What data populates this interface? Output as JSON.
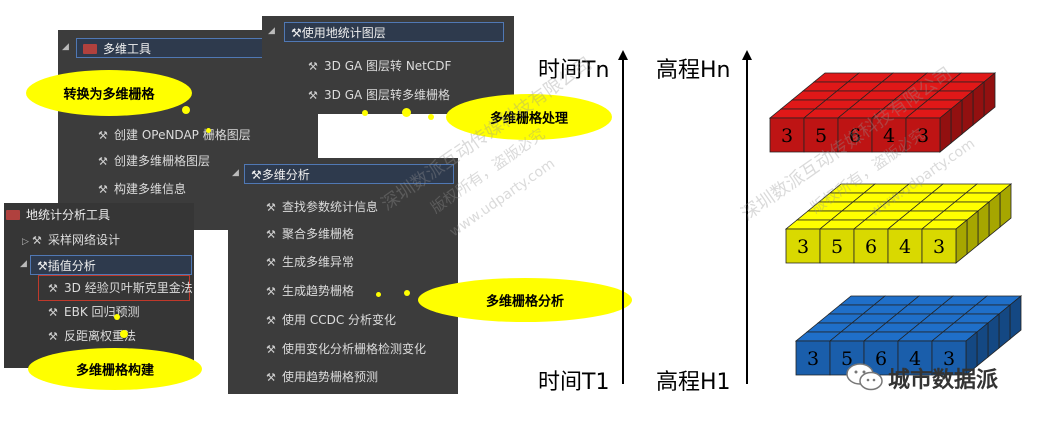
{
  "panel_multidim_tools": {
    "header": "多维工具",
    "items": [
      "创建 OPeNDAP 栅格图层",
      "创建多维栅格图层",
      "构建多维信息"
    ]
  },
  "panel_geostat_layers": {
    "header": "使用地统计图层",
    "items": [
      "3D GA 图层转 NetCDF",
      "3D GA 图层转多维栅格"
    ]
  },
  "panel_multidim_analysis": {
    "header": "多维分析",
    "items": [
      "查找参数统计信息",
      "聚合多维栅格",
      "生成多维异常",
      "生成趋势栅格",
      "使用 CCDC 分析变化",
      "使用变化分析栅格检测变化",
      "使用趋势栅格预测"
    ]
  },
  "panel_geostat_analyst": {
    "header": "地统计分析工具",
    "sub1": "采样网络设计",
    "sub2": "插值分析",
    "items": [
      "3D 经验贝叶斯克里金法",
      "EBK 回归预测",
      "反距离权重法"
    ]
  },
  "bubbles": {
    "convert": "转换为多维栅格",
    "process": "多维栅格处理",
    "analysis": "多维栅格分析",
    "build": "多维栅格构建"
  },
  "axes": {
    "time_top": "时间Tn",
    "time_bottom": "时间T1",
    "elev_top": "高程Hn",
    "elev_bottom": "高程H1"
  },
  "blocks": {
    "red_values": [
      "3",
      "5",
      "6",
      "4",
      "3"
    ],
    "yellow_values": [
      "3",
      "5",
      "6",
      "4",
      "3"
    ],
    "blue_values": [
      "3",
      "5",
      "6",
      "4",
      "3"
    ],
    "colors": {
      "red": "#e01818",
      "yellow": "#ffff00",
      "blue": "#1f6fc9"
    }
  },
  "brand": {
    "name": "城市数据派"
  },
  "watermarks": [
    "深圳数派互动传媒科技有限公司",
    "版权所有，盗版必究",
    "www.udparty.com"
  ]
}
